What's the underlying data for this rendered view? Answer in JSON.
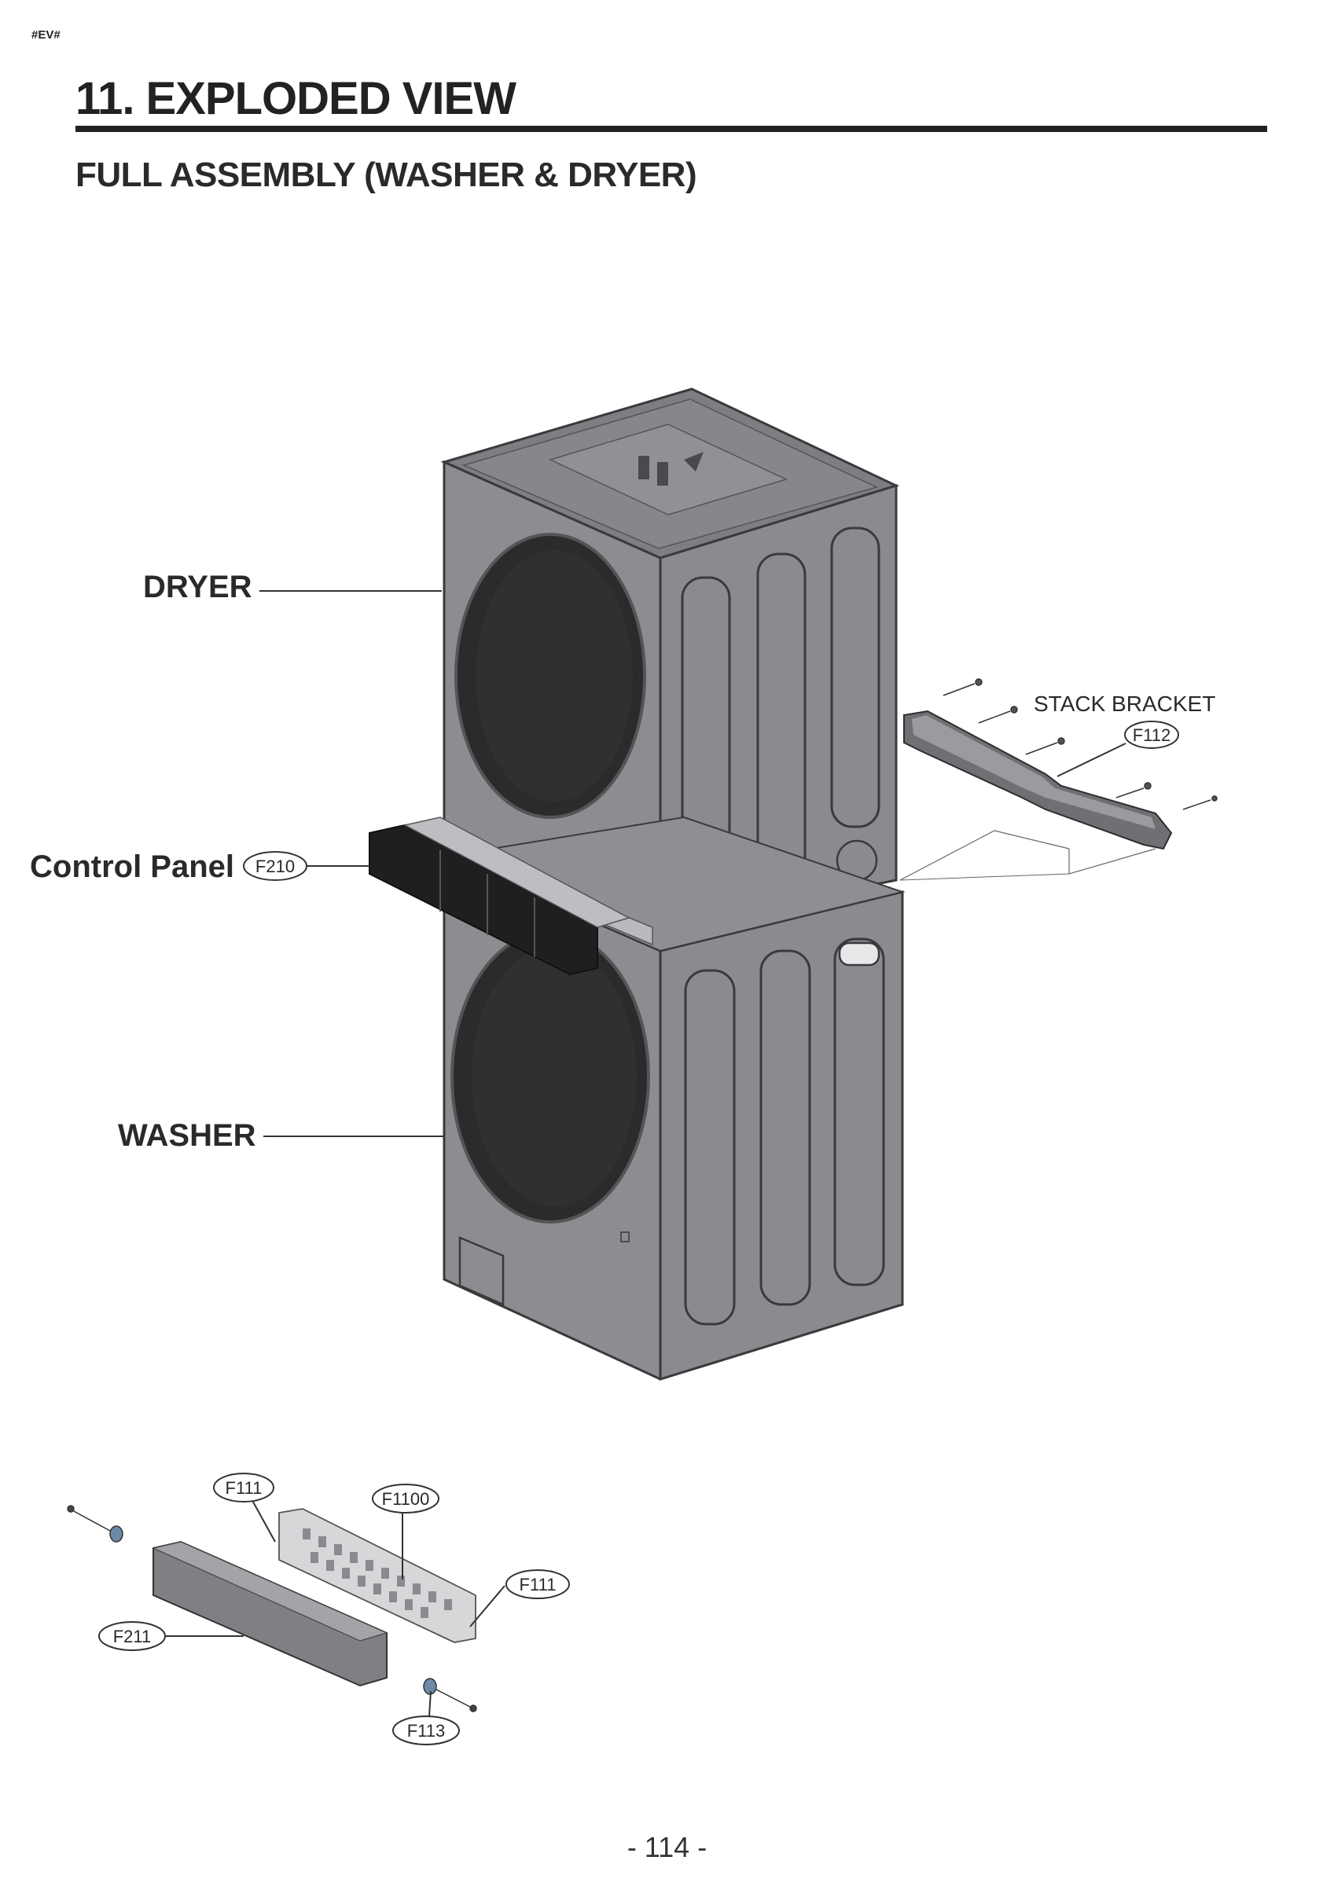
{
  "header": {
    "tag": "#EV#",
    "title": "11. EXPLODED VIEW",
    "subtitle": "FULL ASSEMBLY (WASHER & DRYER)"
  },
  "labels": {
    "dryer": "DRYER",
    "washer": "WASHER",
    "control_panel": "Control Panel",
    "stack_bracket": "STACK BRACKET"
  },
  "callouts": {
    "f210": "F210",
    "f112": "F112",
    "f111_top": "F111",
    "f1100": "F1100",
    "f111_right": "F111",
    "f211": "F211",
    "f113": "F113"
  },
  "footer": {
    "page_number": "- 114 -"
  },
  "colors": {
    "body_gray": "#8c8d91",
    "body_dark": "#6f7074",
    "door_dark": "#2b2b2d",
    "panel_black": "#1f1f21"
  }
}
